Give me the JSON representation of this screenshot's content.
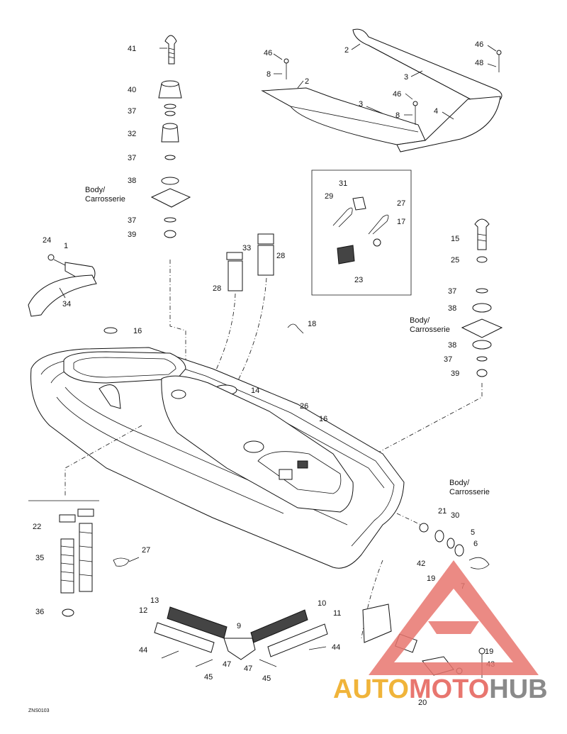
{
  "diagram_code": "ZNS0103",
  "body_label": [
    "Body/",
    "Carrosserie"
  ],
  "watermark": {
    "auto": "AUTO",
    "moto": "MOTO",
    "hub": "HUB",
    "colors": {
      "auto": "#f0b43a",
      "moto": "#e8766f",
      "hub": "#8a8a8a"
    }
  },
  "callouts": {
    "c41": "41",
    "c40": "40",
    "c37a": "37",
    "c32": "32",
    "c37b": "37",
    "c38a": "38",
    "c37c": "37",
    "c39a": "39",
    "c24": "24",
    "c1": "1",
    "c34": "34",
    "c33": "33",
    "c28a": "28",
    "c28b": "28",
    "c18": "18",
    "c16a": "16",
    "c14": "14",
    "c26": "26",
    "c16b": "16",
    "c2a": "2",
    "c2b": "2",
    "c3a": "3",
    "c3b": "3",
    "c4": "4",
    "c46a": "46",
    "c8a": "8",
    "c46b": "46",
    "c8b": "8",
    "c46c": "46",
    "c48": "48",
    "c31": "31",
    "c29": "29",
    "c27a": "27",
    "c17": "17",
    "c23": "23",
    "c15": "15",
    "c25": "25",
    "c37d": "37",
    "c38b": "38",
    "c38c": "38",
    "c37e": "37",
    "c39b": "39",
    "c21": "21",
    "c30": "30",
    "c5": "5",
    "c6": "6",
    "c42": "42",
    "c19a": "19",
    "c7": "7",
    "c22": "22",
    "c35": "35",
    "c36": "36",
    "c27b": "27",
    "c13": "13",
    "c12": "12",
    "c10": "10",
    "c11": "11",
    "c9": "9",
    "c44a": "44",
    "c44b": "44",
    "c47a": "47",
    "c47b": "47",
    "c45a": "45",
    "c45b": "45",
    "c19b": "19",
    "c43": "43",
    "c20": "20"
  }
}
